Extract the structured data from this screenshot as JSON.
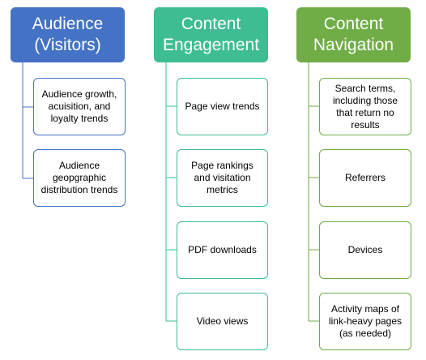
{
  "columns": [
    {
      "header": "Audience\n(Visitors)",
      "color": "#4472c4",
      "items": [
        "Audience growth, acuisition, and loyalty trends",
        "Audience geopgraphic distribution trends"
      ]
    },
    {
      "header": "Content\nEngagement",
      "color": "#3ebd93",
      "items": [
        "Page view trends",
        "Page rankings and visitation metrics",
        "PDF downloads",
        "Video views"
      ]
    },
    {
      "header": "Content\nNavigation",
      "color": "#70ad47",
      "items": [
        "Search terms, including those that return no results",
        "Referrers",
        "Devices",
        "Activity maps of link-heavy pages (as needed)"
      ]
    }
  ]
}
